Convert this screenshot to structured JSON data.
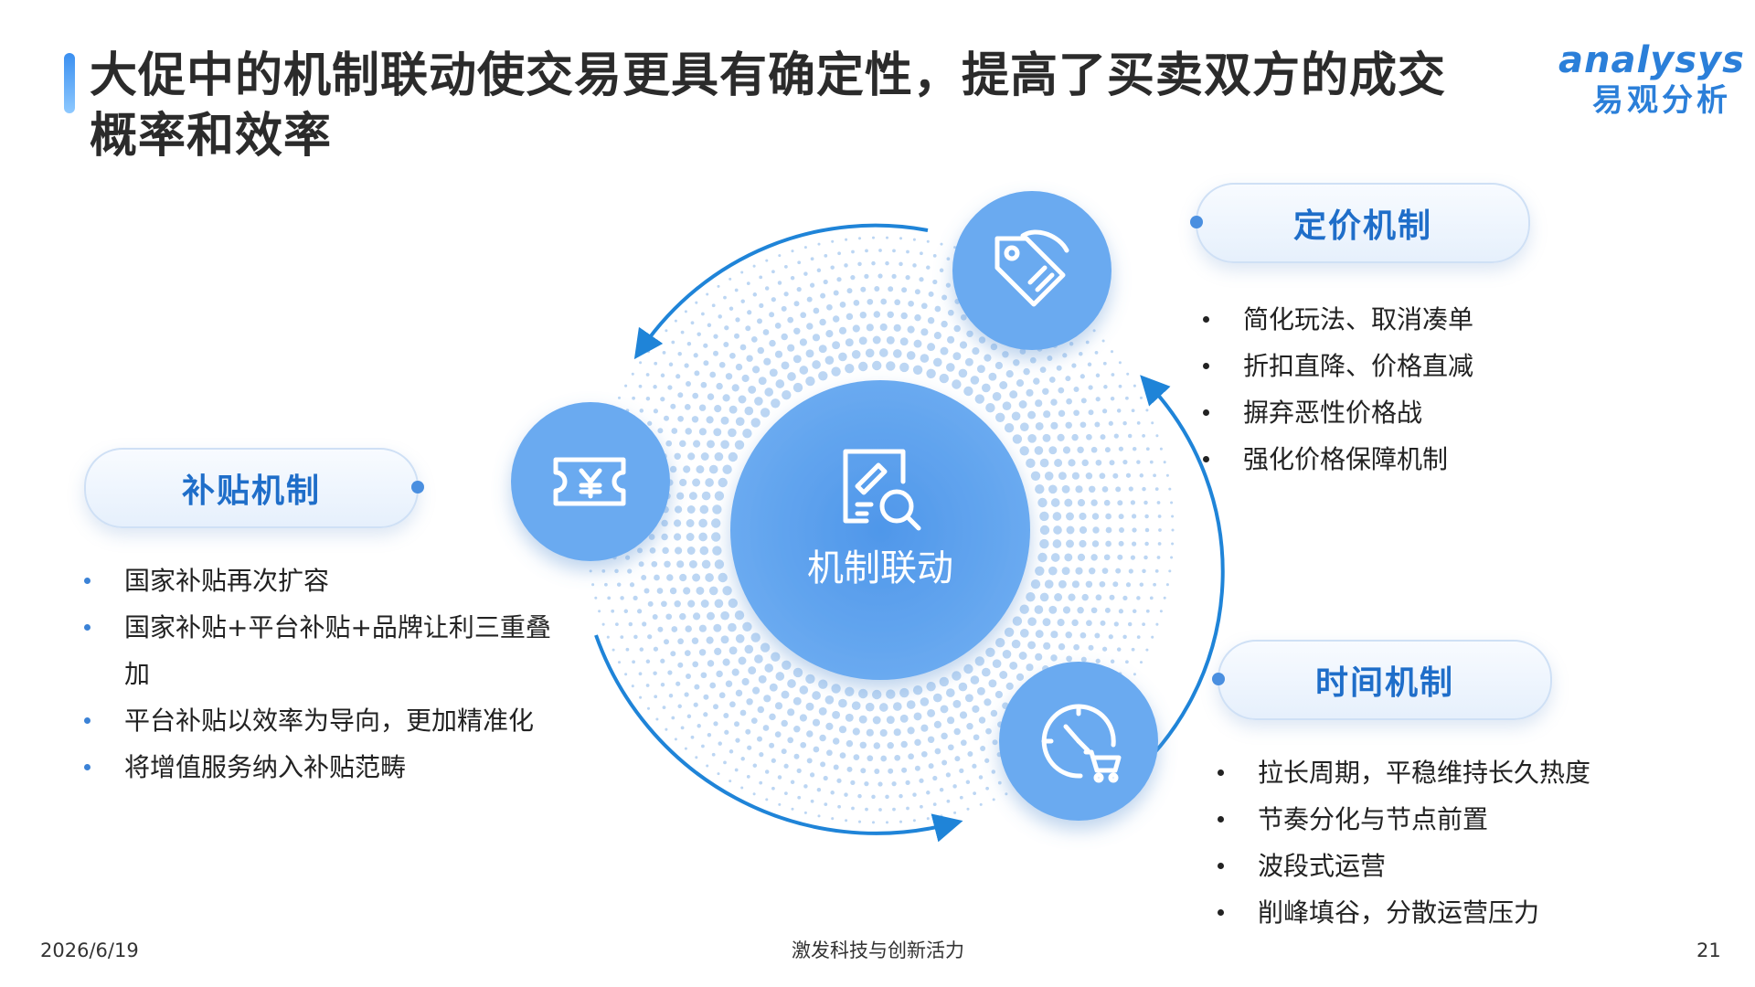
{
  "title": "大促中的机制联动使交易更具有确定性，提高了买卖双方的成交概率和效率",
  "logo": {
    "en": "analysys",
    "cn": "易观分析"
  },
  "center": {
    "label": "机制联动",
    "icon": "document-search-icon"
  },
  "mechanisms": {
    "pricing": {
      "label": "定价机制",
      "icon": "price-tag-icon",
      "items": [
        "简化玩法、取消凑单",
        "折扣直降、价格直减",
        "摒弃恶性价格战",
        "强化价格保障机制"
      ]
    },
    "subsidy": {
      "label": "补贴机制",
      "icon": "yen-ticket-icon",
      "items": [
        "国家补贴再次扩容",
        "国家补贴+平台补贴+品牌让利三重叠",
        "加",
        "平台补贴以效率为导向，更加精准化",
        "将增值服务纳入补贴范畴"
      ]
    },
    "time": {
      "label": "时间机制",
      "icon": "clock-cart-icon",
      "items": [
        "拉长周期，平稳维持长久热度",
        "节奏分化与节点前置",
        "波段式运营",
        "削峰填谷，分散运营压力"
      ]
    }
  },
  "colors": {
    "accent": "#2b7fd9",
    "circle": "#6aaaf0",
    "dots": "#bcd6f3"
  },
  "footer": {
    "date": "2026/6/19",
    "center": "激发科技与创新活力",
    "page": "21"
  }
}
